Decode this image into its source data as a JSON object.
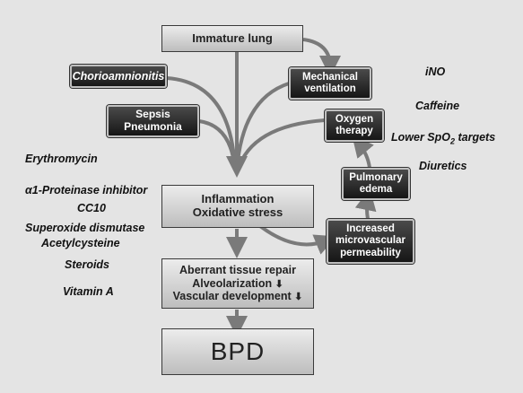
{
  "nodes": {
    "immature_lung": "Immature lung",
    "chorioamnionitis": "Chorioamnionitis",
    "mechanical_ventilation": [
      "Mechanical",
      "ventilation"
    ],
    "sepsis_pneumonia": [
      "Sepsis",
      "Pneumonia"
    ],
    "oxygen_therapy": [
      "Oxygen",
      "therapy"
    ],
    "pulmonary_edema": [
      "Pulmonary",
      "edema"
    ],
    "inflammation": [
      "Inflammation",
      "Oxidative stress"
    ],
    "increased_permeability": [
      "Increased",
      "microvascular",
      "permeability"
    ],
    "aberrant_repair": [
      "Aberrant  tissue repair",
      "Alveolarization",
      "Vascular development"
    ],
    "bpd": "BPD"
  },
  "treatments": {
    "left": [
      "Erythromycin",
      "α1-Proteinase inhibitor",
      "CC10",
      "Superoxide dismutase",
      "Acetylcysteine",
      "Steroids",
      "Vitamin A"
    ],
    "right": [
      "iNO",
      "Caffeine",
      "Lower SpO2 targets",
      "Diuretics"
    ]
  },
  "colors": {
    "arrow": "#7a7a7a",
    "dark_box": "#222222",
    "light_box": "#d4d4d4"
  }
}
